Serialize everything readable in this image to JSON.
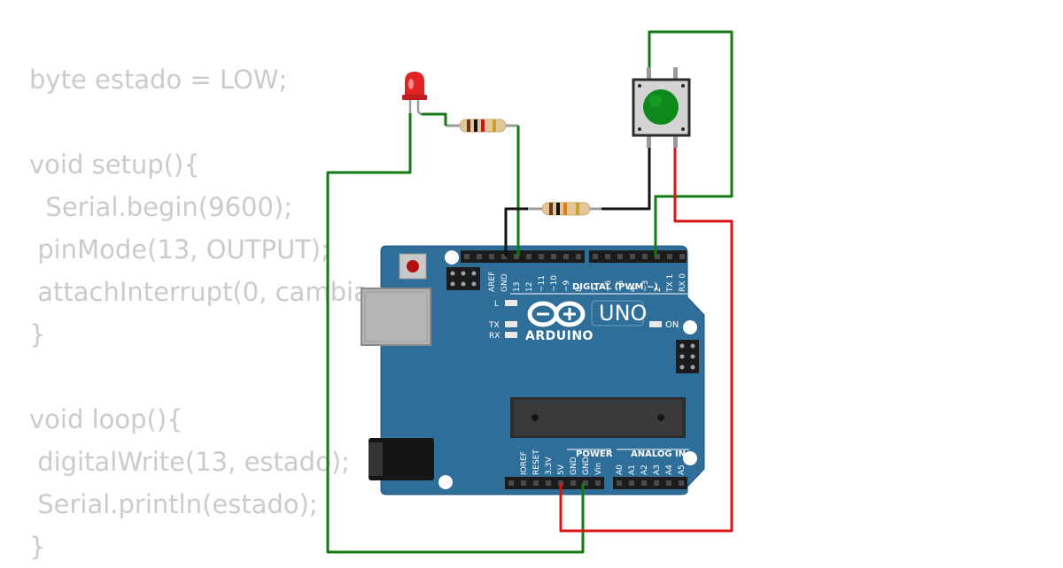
{
  "code": {
    "lines": [
      "byte estado = LOW;",
      "",
      "void setup(){",
      "  Serial.begin(9600);",
      " pinMode(13, OUTPUT);",
      " attachInterrupt(0, cambia",
      "}",
      "",
      "void loop(){",
      " digitalWrite(13, estado);",
      " Serial.println(estado);",
      "}"
    ]
  },
  "board": {
    "brand": "ARDUINO",
    "model": "UNO",
    "on_label": "ON",
    "led_l": "L",
    "led_tx": "TX",
    "led_rx": "RX",
    "digital_label": "DIGITAL (PWM ~)",
    "power_label": "POWER",
    "analog_label": "ANALOG IN",
    "digital_pins": [
      "AREF",
      "GND",
      "13",
      "12",
      "~11",
      "~10",
      "~9",
      "8",
      "7",
      "~6",
      "~5",
      "4",
      "~3",
      "2",
      "TX 1",
      "RX 0"
    ],
    "power_pins": [
      "IOREF",
      "RESET",
      "3.3V",
      "5V",
      "GND",
      "GND",
      "Vin"
    ],
    "analog_pins": [
      "A0",
      "A1",
      "A2",
      "A3",
      "A4",
      "A5"
    ]
  },
  "colors": {
    "board": "#2f6e99",
    "wire_green": "#147a14",
    "wire_black": "#111111",
    "wire_red": "#d81616",
    "code_text": "#cbcbcb",
    "led": "#e02424",
    "button_cap": "#0d8a1b"
  }
}
